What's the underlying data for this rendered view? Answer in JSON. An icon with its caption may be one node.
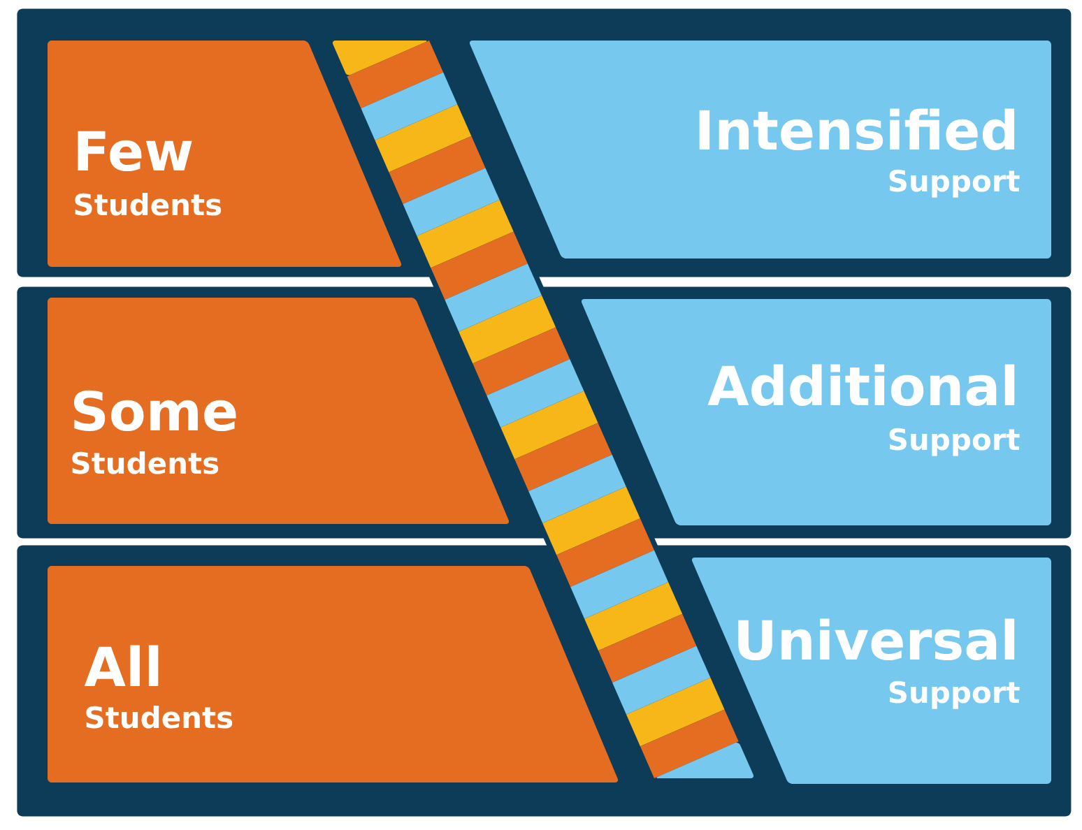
{
  "diagram": {
    "nodes": [
      {
        "text": [],
        "shape": "box"
      },
      {
        "text": [
          "Few",
          "Students"
        ],
        "in": 0
      },
      {
        "text": [
          "Intensified",
          "Support"
        ],
        "in": 0
      },
      {
        "text": [],
        "shape": "box"
      },
      {
        "text": [
          "Some",
          "Students"
        ],
        "in": 3
      },
      {
        "text": [
          "Additional",
          "Support"
        ],
        "in": 3
      },
      {
        "text": [],
        "shape": "box"
      },
      {
        "text": [
          "All",
          "Students"
        ],
        "in": 6
      },
      {
        "text": [
          "Universal",
          "Support"
        ],
        "in": 6
      }
    ]
  }
}
